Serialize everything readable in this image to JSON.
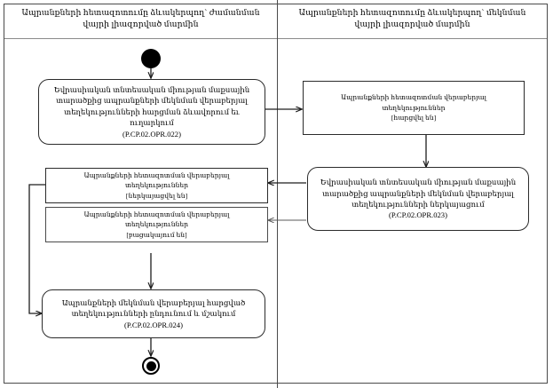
{
  "diagram": {
    "type": "uml-activity-diagram",
    "language": "hy",
    "background_color": "#ffffff",
    "line_color": "#1d1d1d"
  },
  "lanes": [
    {
      "id": "lane-arrival",
      "title": "Ապրանքների հետազոտումը ձևակերպող` ժամանման վայրի լիազորված մարմին"
    },
    {
      "id": "lane-departure",
      "title": "Ապրանքների հետազոտումը ձևակերպող` մեկնման վայրի լիազորված մարմին"
    }
  ],
  "nodes": {
    "initial": {
      "kind": "initial-node",
      "label": ""
    },
    "action_022": {
      "kind": "action",
      "text": "Եվրասիական տնտեսական միության մաքսային տարածքից ապրանքների մեկնման վերաբերյալ տեղեկությունների հարցման ձևավորում եւ ուղարկում",
      "code": "(P.CP.02.OPR.022)"
    },
    "object_requested": {
      "kind": "object-node",
      "text": "Ապրանքների հետազոտման վերաբերյալ տեղեկություններ",
      "state": "[հարցվել են]"
    },
    "action_023": {
      "kind": "action",
      "text": "Եվրասիական տնտեսական միության մաքսային տարածքից ապրանքների մեկնման վերաբերյալ տեղեկությունների ներկայացում",
      "code": "(P.CP.02.OPR.023)"
    },
    "object_presented": {
      "kind": "object-node",
      "text": "Ապրանքների հետազոտման վերաբերյալ տեղեկություններ",
      "state": "[ներկայացվել են]"
    },
    "object_absent": {
      "kind": "object-node",
      "text": "Ապրանքների հետազոտման վերաբերյալ տեղեկություններ",
      "state": "[բացակայում են]"
    },
    "action_024": {
      "kind": "action",
      "text": "Ապրանքների մեկնման վերաբերյալ հարցված տեղեկությունների ընդունում և մշակում",
      "code": "(P.CP.02.OPR.024)"
    },
    "final": {
      "kind": "final-node",
      "label": ""
    }
  }
}
